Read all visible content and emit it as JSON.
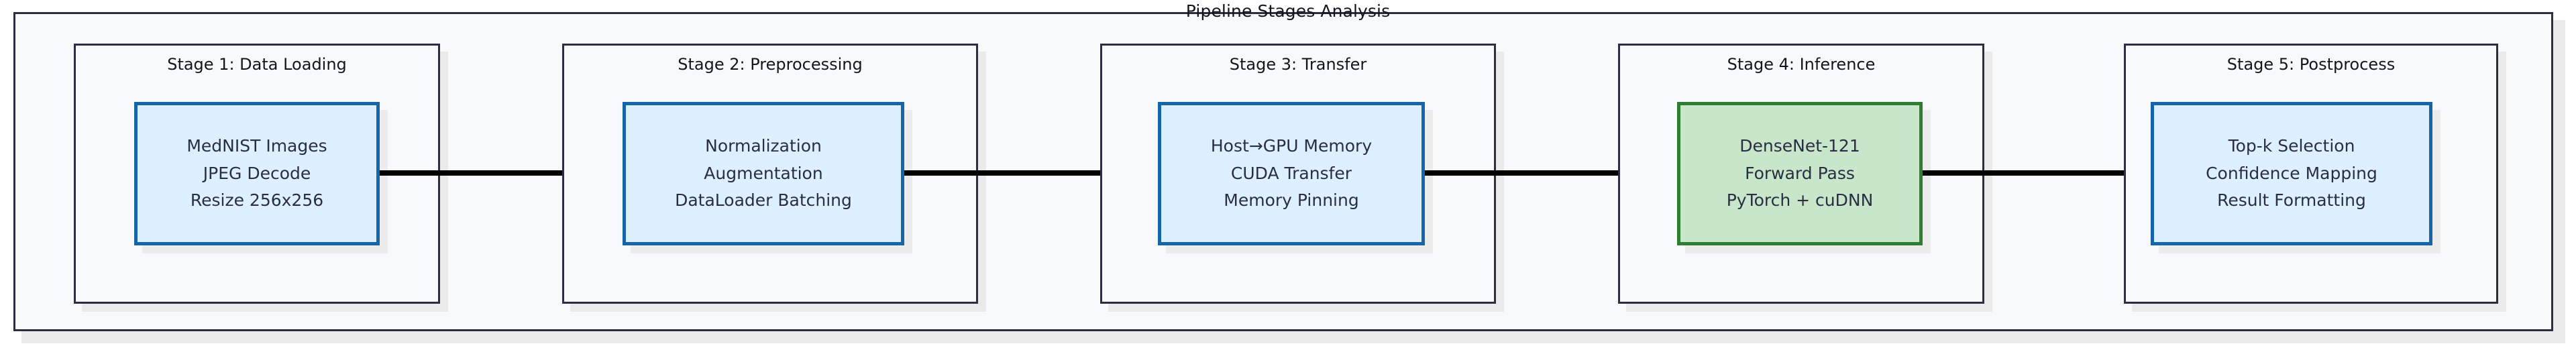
{
  "diagram": {
    "title": "Pipeline Stages Analysis",
    "colors": {
      "outer_border": "#2b2d42",
      "outer_background": "#f8f9fb",
      "stage_border": "#2b2d42",
      "stage_background": "#f8f9fb",
      "node_blue_border": "#1565a8",
      "node_blue_fill": "#ddf0fd",
      "node_green_border": "#2e7d32",
      "node_green_fill": "#c8e6c9",
      "arrow": "#000000",
      "shadow": "#eaeaea",
      "text": "#2b2d42"
    },
    "stages": [
      {
        "id": "stage-1",
        "title": "Stage 1: Data Loading",
        "accent": "blue",
        "lines": [
          "MedNIST Images",
          "JPEG Decode",
          "Resize 256x256"
        ]
      },
      {
        "id": "stage-2",
        "title": "Stage 2: Preprocessing",
        "accent": "blue",
        "lines": [
          "Normalization",
          "Augmentation",
          "DataLoader Batching"
        ]
      },
      {
        "id": "stage-3",
        "title": "Stage 3: Transfer",
        "accent": "blue",
        "lines": [
          "Host→GPU Memory",
          "CUDA Transfer",
          "Memory Pinning"
        ]
      },
      {
        "id": "stage-4",
        "title": "Stage 4: Inference",
        "accent": "green",
        "lines": [
          "DenseNet-121",
          "Forward Pass",
          "PyTorch + cuDNN"
        ]
      },
      {
        "id": "stage-5",
        "title": "Stage 5: Postprocess",
        "accent": "blue",
        "lines": [
          "Top-k Selection",
          "Confidence Mapping",
          "Result Formatting"
        ]
      }
    ],
    "connectors": [
      {
        "id": "arrow-1-2",
        "from": "stage-1",
        "to": "stage-2"
      },
      {
        "id": "arrow-2-3",
        "from": "stage-2",
        "to": "stage-3"
      },
      {
        "id": "arrow-3-4",
        "from": "stage-3",
        "to": "stage-4"
      },
      {
        "id": "arrow-4-5",
        "from": "stage-4",
        "to": "stage-5"
      }
    ]
  }
}
